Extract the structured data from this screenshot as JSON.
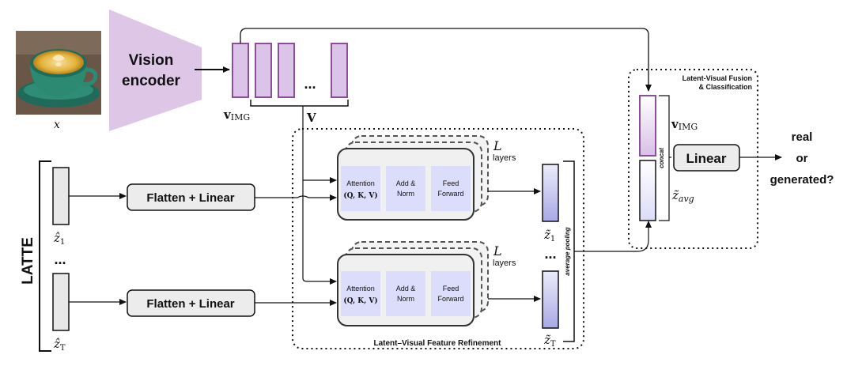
{
  "input": {
    "caption": "x"
  },
  "encoder": {
    "line1": "Vision",
    "line2": "encoder"
  },
  "tokens": {
    "ellipsis": "...",
    "v_img_bold": "v",
    "v_img_sub": "IMG",
    "v_set": "V"
  },
  "latte": {
    "title": "LATTE",
    "z1": "ẑ",
    "z1_sub": "1",
    "zT": "ẑ",
    "zT_sub": "T",
    "ellipsis": "..."
  },
  "flatten": {
    "label_top": "Flatten + Linear",
    "label_bottom": "Flatten + Linear"
  },
  "transformer": {
    "layers_L": "L",
    "layers_word": "layers",
    "attention_line1": "Attention",
    "attention_line2": "(Q, K, V)",
    "addnorm_line1": "Add &",
    "addnorm_line2": "Norm",
    "ff_line1": "Feed",
    "ff_line2": "Forward",
    "region_label": "Latent–Visual Feature Refinement"
  },
  "refined": {
    "z1": "z̃",
    "z1_sub": "1",
    "zT": "z̃",
    "zT_sub": "T",
    "ellipsis": "...",
    "pooling": "average pooling"
  },
  "fusion": {
    "title_line1": "Latent-Visual Fusion",
    "title_line2": "& Classification",
    "concat": "concat",
    "v_img_bold": "v",
    "v_img_sub": "IMG",
    "z_avg": "z̃",
    "z_avg_sub": "avg",
    "linear": "Linear"
  },
  "output": {
    "line1": "real",
    "line2": "or",
    "line3": "generated?"
  },
  "colors": {
    "encoder": "#ddc6e6",
    "token_fill": "#dcc3e8",
    "token_stroke": "#8a4f98",
    "latent_fill": "#e8e8e8",
    "block_fill": "#dcdcfb",
    "refined_top": "#e6e6fb",
    "refined_bottom": "#a9a9e6",
    "box_fill": "#ececec"
  }
}
